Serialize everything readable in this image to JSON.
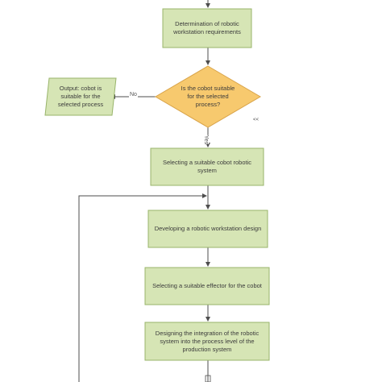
{
  "colors": {
    "process_fill": "#d6e5b5",
    "process_stroke": "#98b46a",
    "decision_fill": "#f7c96e",
    "decision_stroke": "#d9a44a",
    "line": "#4d4d4d"
  },
  "nodes": {
    "requirements": "Determination of robotic\nworkstation requirements",
    "decision": "Is the cobot suitable\nfor the selected\nprocess?",
    "output": "Output: cobot is\nsuitable for the\nselected process",
    "select_cobot": "Selecting a suitable cobot robotic\nsystem",
    "design": "Developing a robotic workstation design",
    "effector": "Selecting a suitable effector for the cobot",
    "integration": "Designing the integration of the robotic\nsystem into the process level of the\nproduction system"
  },
  "edges": {
    "no_label": "No",
    "yes_label": "Yes"
  },
  "marks": {
    "side_mark": "<<"
  }
}
